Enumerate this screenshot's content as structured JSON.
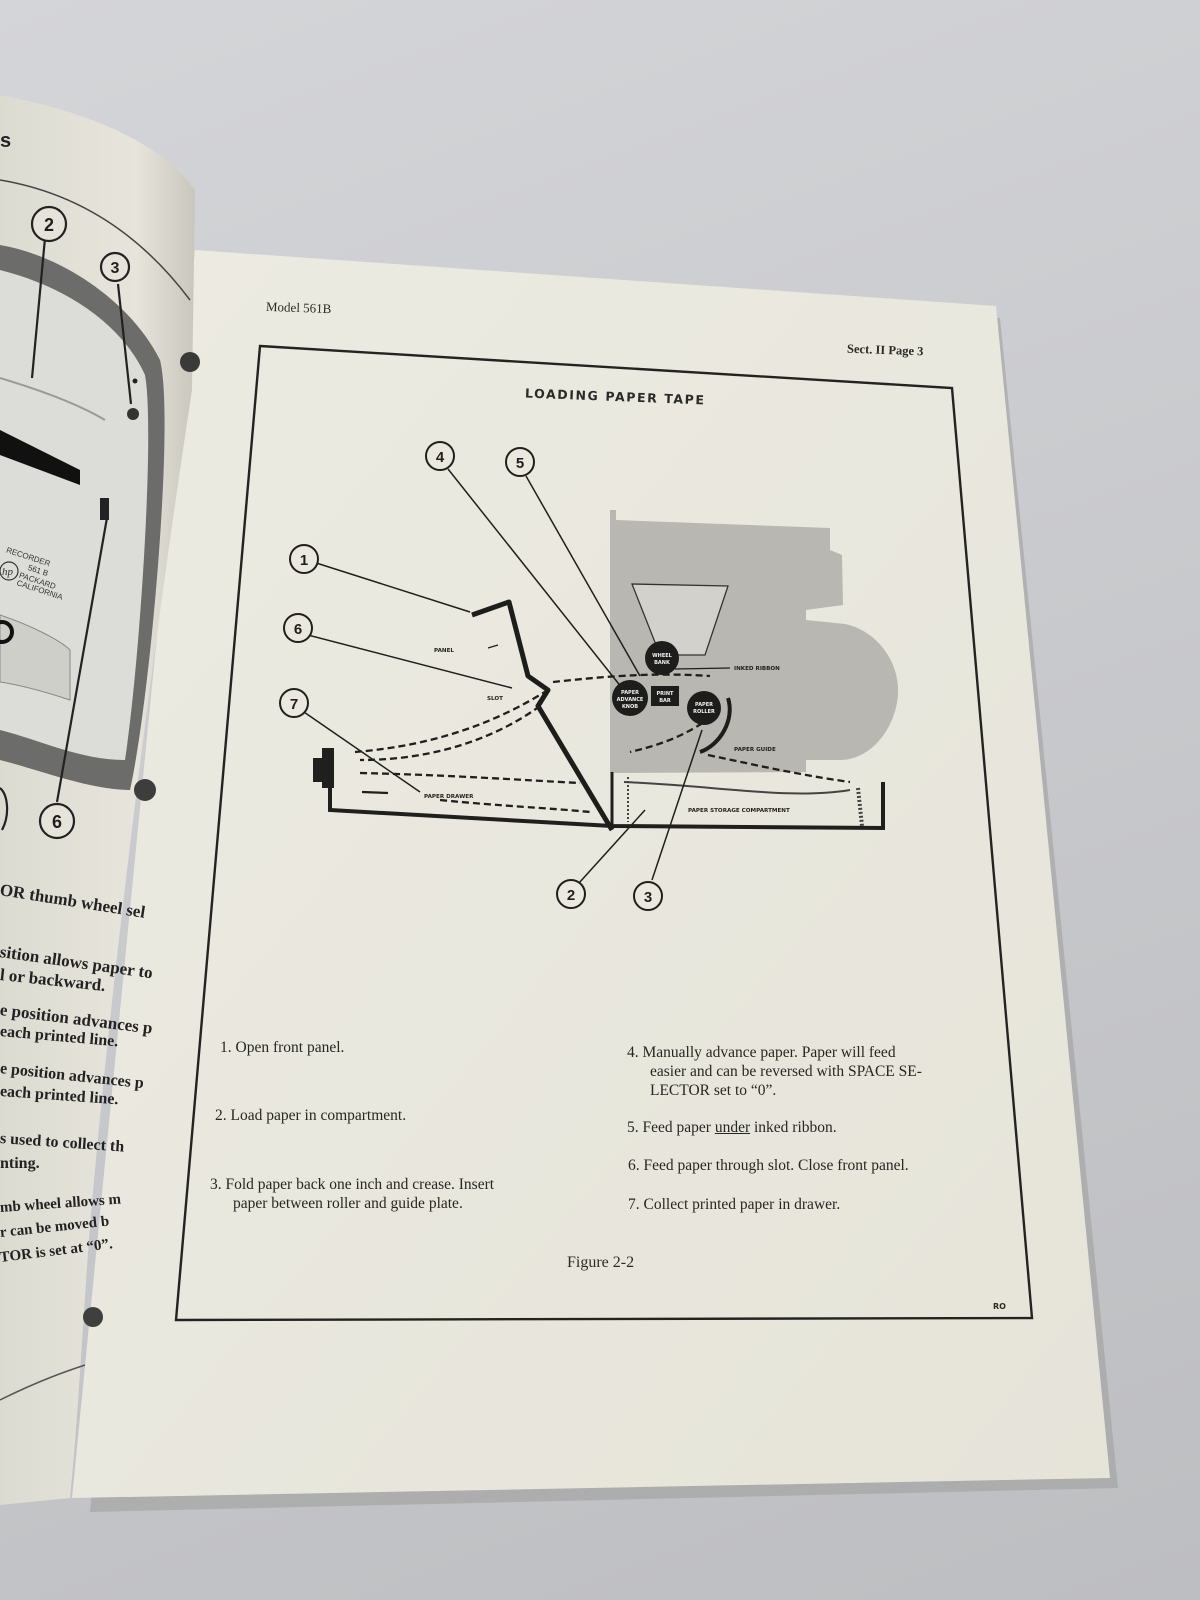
{
  "header": {
    "model": "Model 561B",
    "section_page": "Sect. II  Page 3"
  },
  "figure": {
    "title": "LOADING PAPER TAPE",
    "caption": "Figure 2-2",
    "revision_mark": "RO",
    "callouts": [
      "1",
      "2",
      "3",
      "4",
      "5",
      "6",
      "7"
    ],
    "labels": {
      "panel": "PANEL",
      "slot": "SLOT",
      "paper_drawer": "PAPER DRAWER",
      "wheel_bank": [
        "WHEEL",
        "BANK"
      ],
      "inked_ribbon": "INKED RIBBON",
      "paper_advance_knob": [
        "PAPER",
        "ADVANCE",
        "KNOB"
      ],
      "print_bar": [
        "PRINT",
        "BAR"
      ],
      "paper_roller": [
        "PAPER",
        "ROLLER"
      ],
      "paper_guide": "PAPER GUIDE",
      "paper_storage_compartment": "PAPER STORAGE COMPARTMENT"
    }
  },
  "instructions": {
    "step1": "1.  Open front panel.",
    "step2": "2.  Load paper in compartment.",
    "step3_a": "3.  Fold paper back one inch and crease.  Insert",
    "step3_b": "paper between roller and guide plate.",
    "step4_a": "4.  Manually advance paper.   Paper will feed",
    "step4_b": "easier and can be reversed with SPACE SE-",
    "step4_c": "LECTOR set to “0”.",
    "step5_pre": "5.  Feed paper ",
    "step5_under": "under",
    "step5_post": " inked ribbon.",
    "step6": "6.  Feed paper through slot.   Close front panel.",
    "step7": "7.  Collect printed paper in drawer."
  },
  "left_page": {
    "heading_fragment": "s",
    "callouts": [
      "2",
      "3",
      "6"
    ],
    "device_label": [
      "RECORDER",
      "561 B",
      "PACKARD",
      "CALIFORNIA"
    ],
    "logo_text": "hp",
    "text_lines": [
      "OR  thumb  wheel  sel",
      "sition  allows  paper to",
      "l  or  backward.",
      "e  position  advances  p",
      "each  printed line.",
      "e  position  advances  p",
      "each  printed line.",
      "s  used  to  collect  th",
      "nting.",
      "mb  wheel  allows  m",
      "r  can  be  moved  b",
      "TOR  is  set  at  “0”."
    ]
  },
  "colors": {
    "paper": "#ebe9df",
    "ink": "#1f1f1d",
    "machine_gray": "#b9b8b3"
  }
}
